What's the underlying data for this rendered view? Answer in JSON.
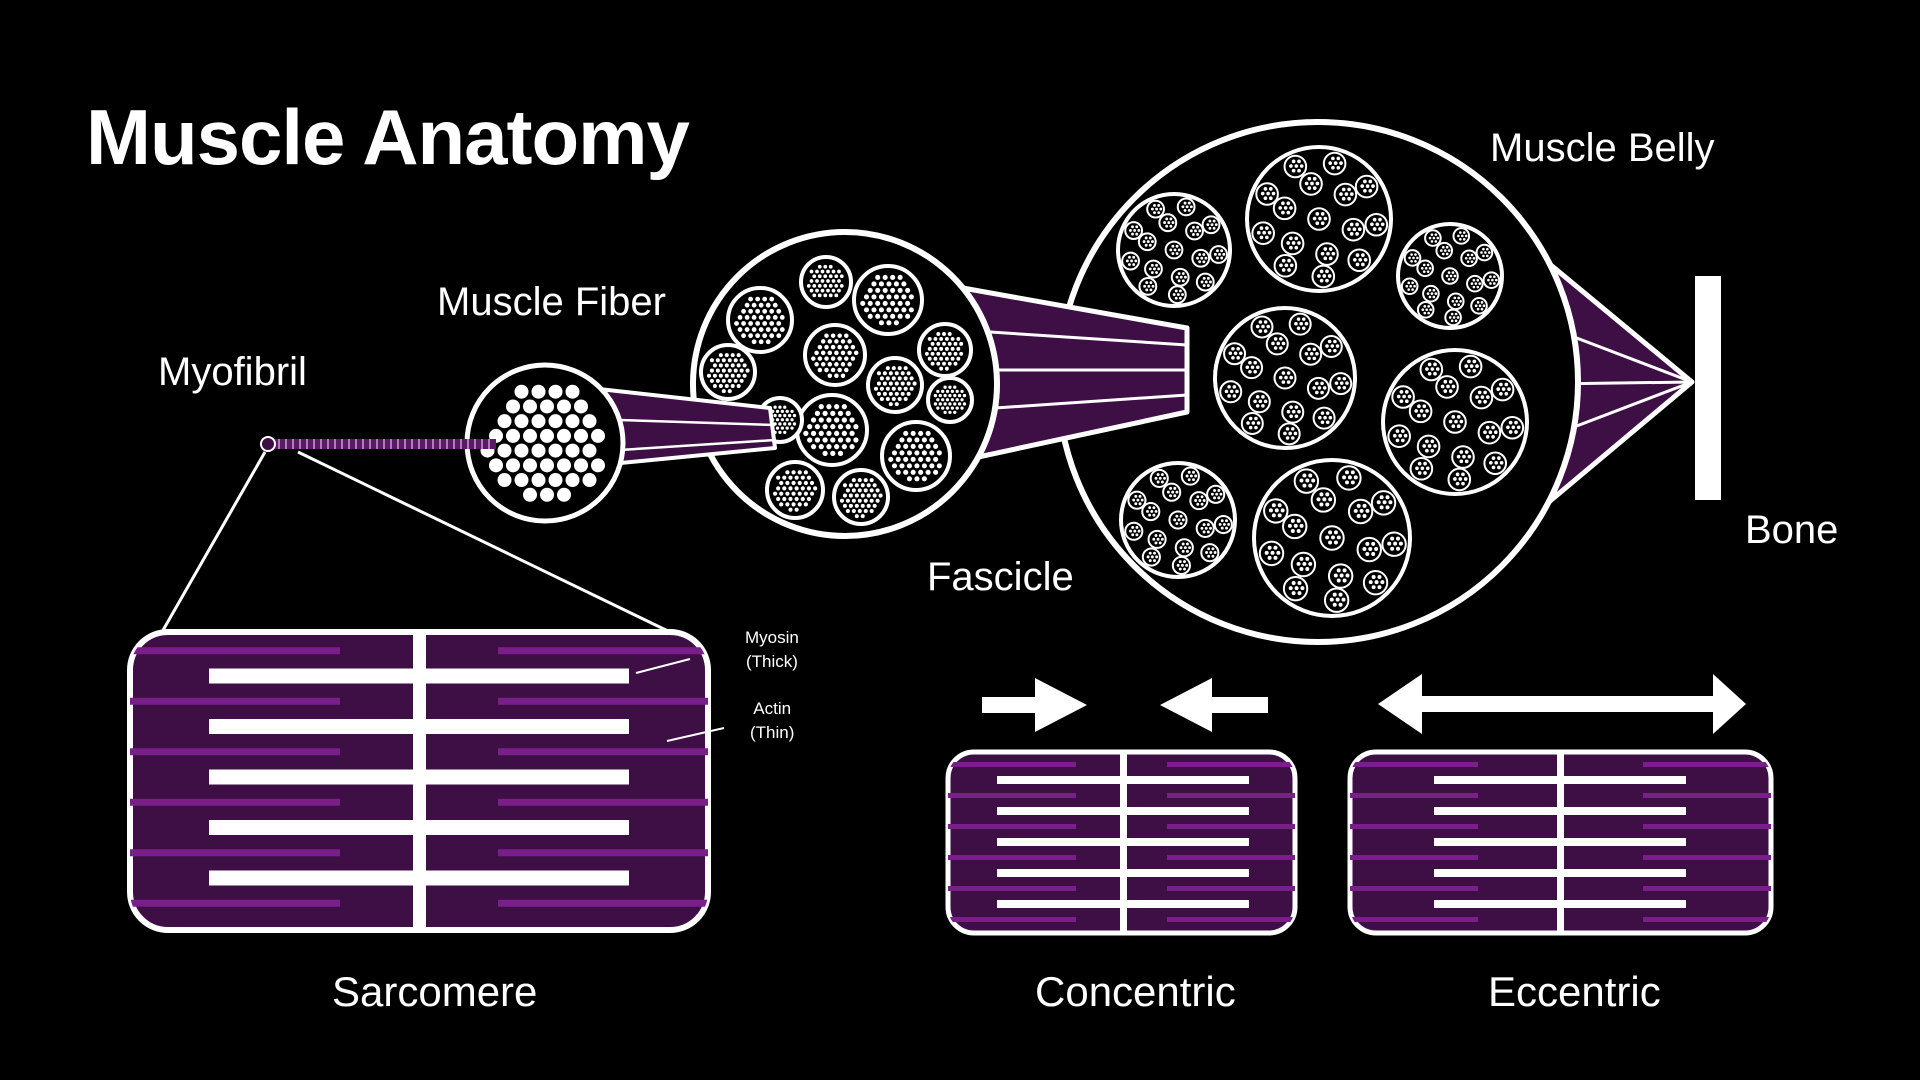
{
  "title": "Muscle Anatomy",
  "labels": {
    "myofibril": "Myofibril",
    "muscle_fiber": "Muscle Fiber",
    "fascicle": "Fascicle",
    "muscle_belly": "Muscle Belly",
    "bone": "Bone",
    "sarcomere": "Sarcomere",
    "concentric": "Concentric",
    "eccentric": "Eccentric"
  },
  "filaments": {
    "myosin_name": "Myosin",
    "myosin_note": "(Thick)",
    "actin_name": "Actin",
    "actin_note": "(Thin)"
  },
  "colors": {
    "background": "#000000",
    "purple": "#3d0f45",
    "actin": "#7a1f8a",
    "white": "#ffffff"
  }
}
